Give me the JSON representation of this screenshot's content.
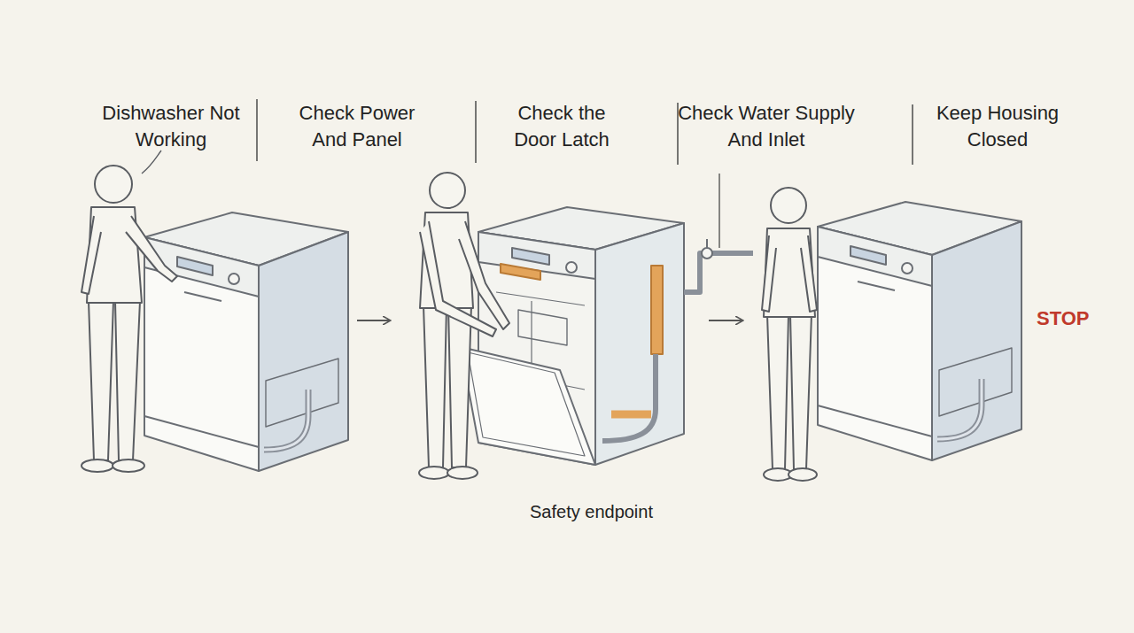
{
  "diagram": {
    "labels": [
      "Dishwasher Not Working",
      "Check Power And Panel",
      "Check the Door Latch",
      "Check Water Supply And Inlet",
      "Keep Housing Closed",
      "STOP",
      "Safety endpoint"
    ]
  }
}
